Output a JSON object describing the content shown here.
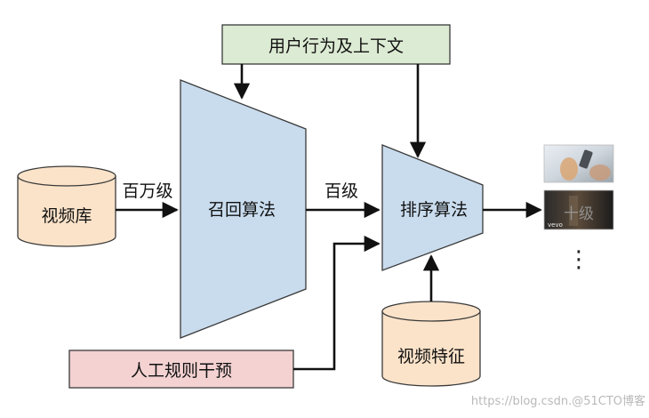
{
  "context_box": {
    "label": "用户行为及上下文"
  },
  "video_library": {
    "label": "视频库"
  },
  "recall": {
    "label": "召回算法"
  },
  "ranking": {
    "label": "排序算法"
  },
  "video_features": {
    "label": "视频特征"
  },
  "manual_rules": {
    "label": "人工规则干预"
  },
  "edges": {
    "library_to_recall": "百万级",
    "recall_to_ranking": "百级",
    "ranking_to_output": "十级"
  },
  "output": {
    "ellipsis": "⋮",
    "thumb_caption": "vevo"
  },
  "watermark": "https://blog.csdn.@51CTO博客",
  "colors": {
    "context_fill": "#dcebd3",
    "trapezoid_fill": "#c9dcee",
    "cylinder_fill": "#fbe3c9",
    "rules_fill": "#f4d2d2",
    "stroke": "#3a3a3a",
    "arrow": "#111111"
  }
}
